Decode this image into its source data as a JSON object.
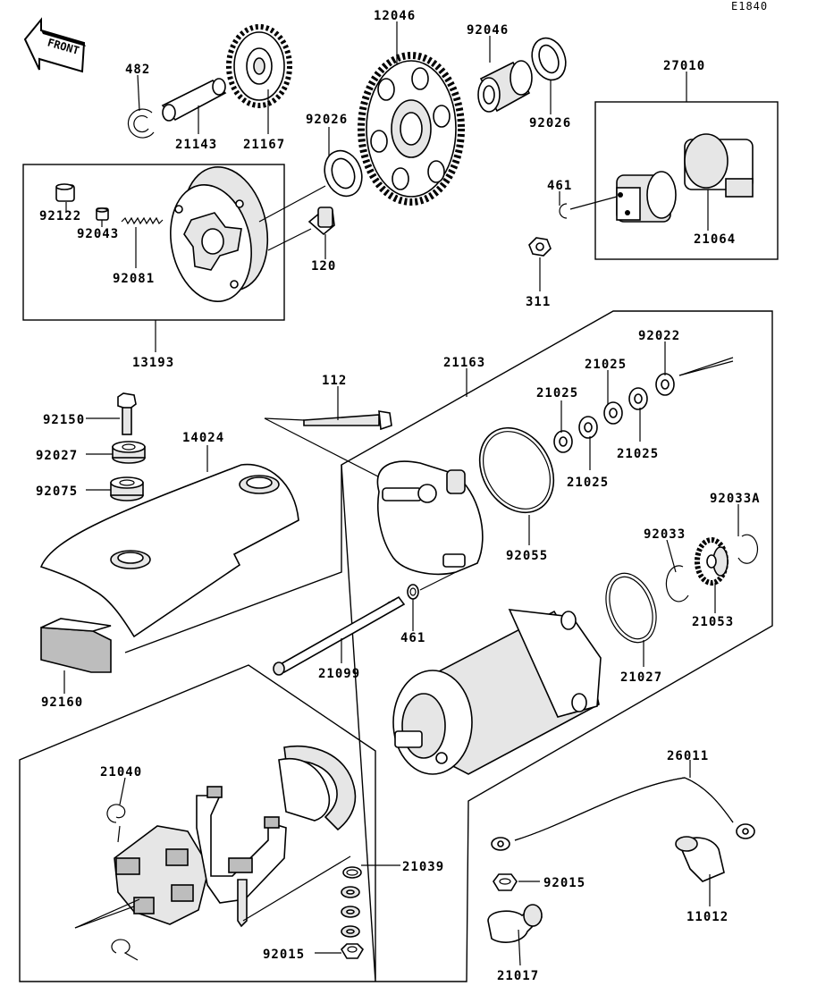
{
  "diagram_code": "E1840",
  "front_label": "FRONT",
  "labels": {
    "p482": "482",
    "p21143": "21143",
    "p21167": "21167",
    "p12046": "12046",
    "p92046": "92046",
    "p92026a": "92026",
    "p92026b": "92026",
    "p27010": "27010",
    "p461a": "461",
    "p21064": "21064",
    "p311": "311",
    "p92122": "92122",
    "p92043": "92043",
    "p92081": "92081",
    "p120": "120",
    "p13193": "13193",
    "p112": "112",
    "p21163": "21163",
    "p92022": "92022",
    "p21025a": "21025",
    "p21025b": "21025",
    "p21025c": "21025",
    "p21025d": "21025",
    "p92150": "92150",
    "p92027": "92027",
    "p14024": "14024",
    "p92075": "92075",
    "p92055": "92055",
    "p92033A": "92033A",
    "p92033": "92033",
    "p21053": "21053",
    "p461b": "461",
    "p21099": "21099",
    "p21027": "21027",
    "p92160": "92160",
    "p21040": "21040",
    "p26011": "26011",
    "p21039": "21039",
    "p92015a": "92015",
    "p11012": "11012",
    "p92015b": "92015",
    "p21017": "21017"
  }
}
